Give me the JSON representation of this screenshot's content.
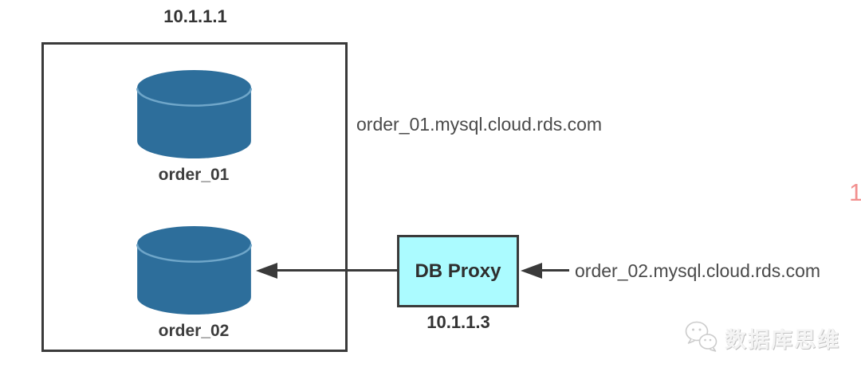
{
  "diagram": {
    "host": {
      "ip": "10.1.1.1",
      "databases": [
        {
          "name": "order_01"
        },
        {
          "name": "order_02"
        }
      ]
    },
    "proxy": {
      "label": "DB Proxy",
      "ip": "10.1.1.3"
    },
    "dns": {
      "order_01": "order_01.mysql.cloud.rds.com",
      "order_02": "order_02.mysql.cloud.rds.com"
    },
    "page_marker": "1",
    "watermark": {
      "icon": "wechat-icon",
      "text": "数据库思维"
    },
    "colors": {
      "cylinder_blue": "#2d6e9b",
      "cylinder_rim": "#6fa6c9",
      "proxy_fill": "#abfbff",
      "line_dark": "#3a3a3a",
      "dns_text": "#4a4a4a",
      "marker_red": "#f2908f",
      "watermark_gray": "#f4f4f4"
    }
  }
}
